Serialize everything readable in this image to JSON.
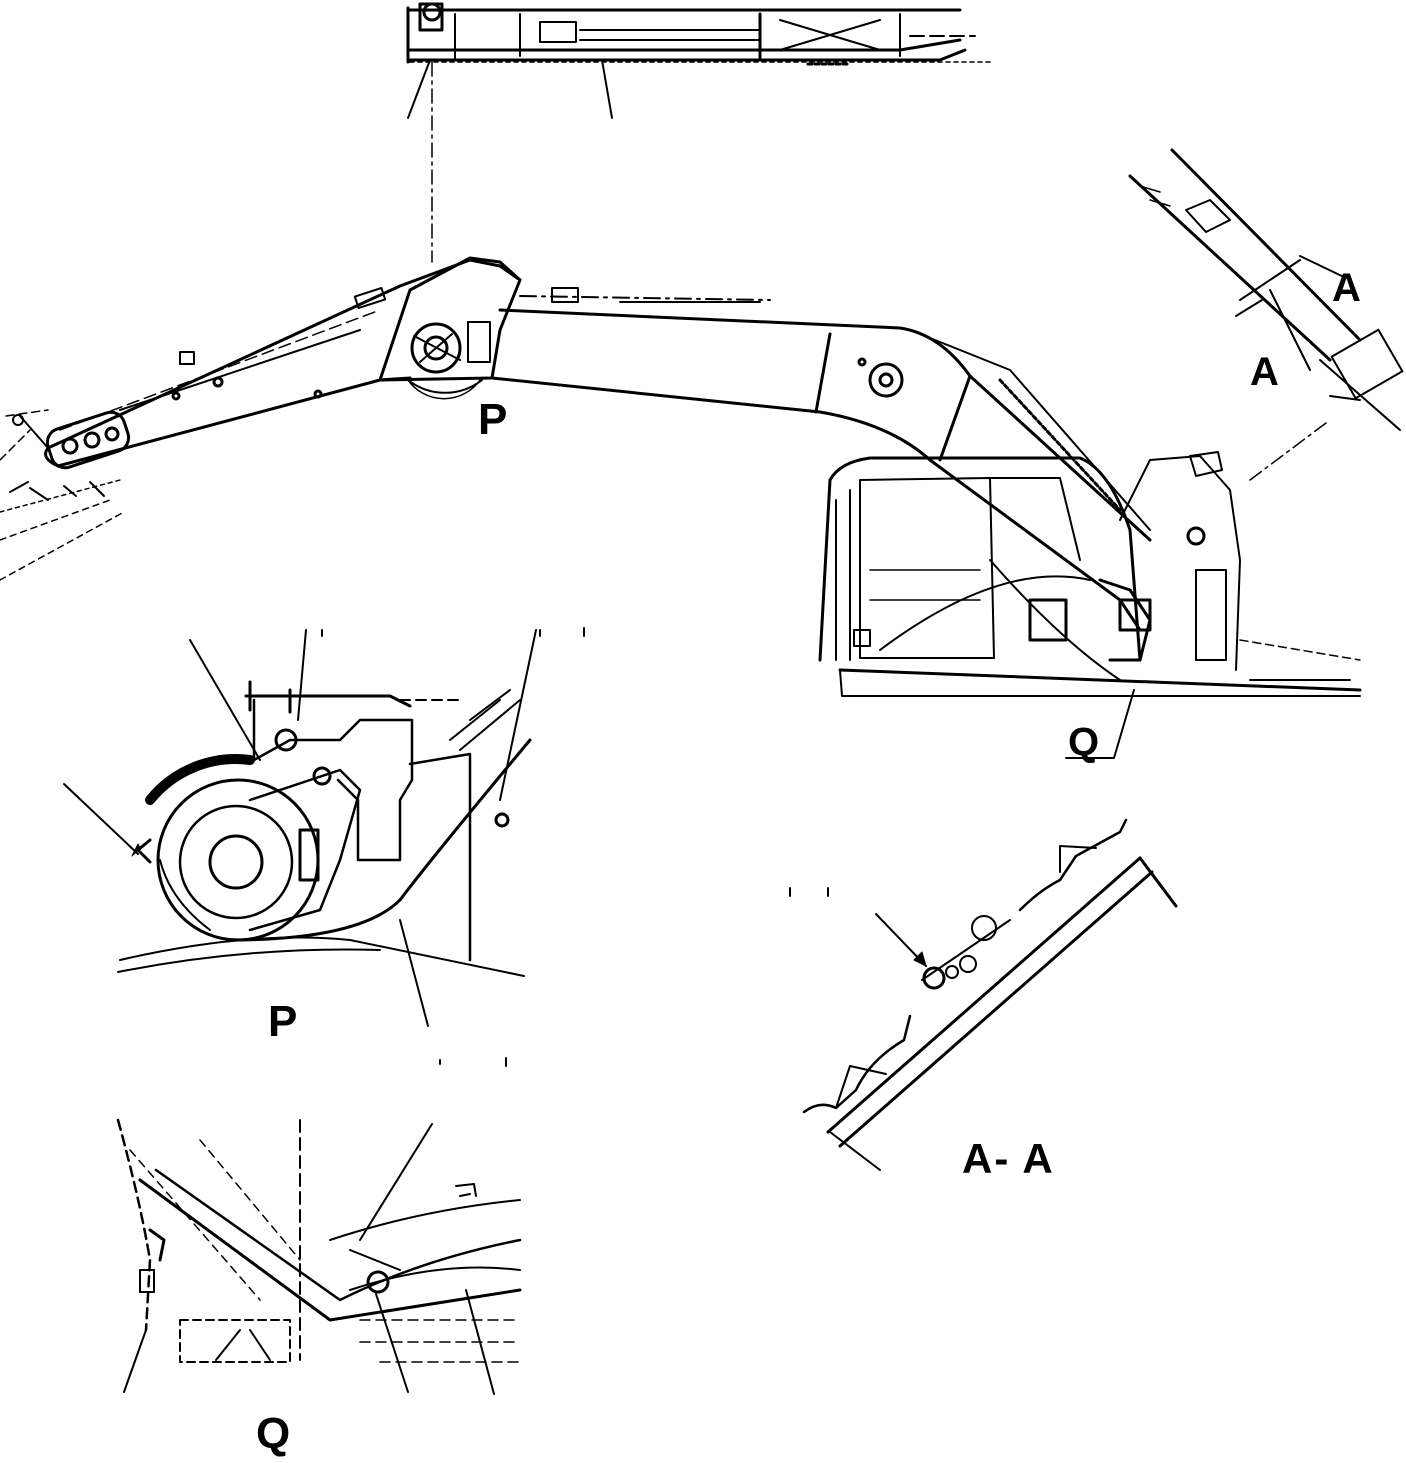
{
  "colors": {
    "line": "#000000",
    "background": "#ffffff"
  },
  "labels": {
    "view_p_main": "P",
    "view_a_top": "A",
    "view_a_bottom": "A",
    "view_q_main": "Q",
    "view_p_detail": "P",
    "section_aa": "A- A",
    "view_q_detail": "Q"
  }
}
